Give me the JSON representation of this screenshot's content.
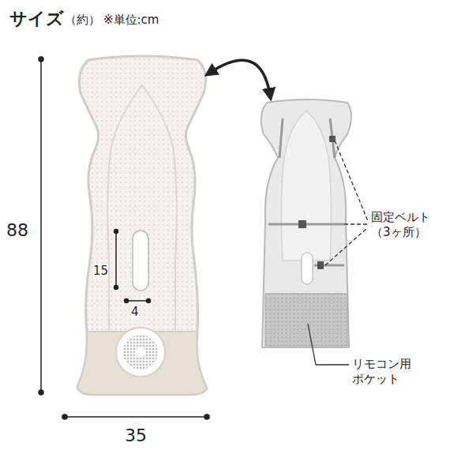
{
  "diagram": {
    "title": "サイズ",
    "labels": [
      "（約）",
      "※単位:cm",
      "88",
      "15",
      "4",
      "35",
      "固定ベルト （3ヶ所）",
      "リモコン用 ポケット"
    ]
  }
}
